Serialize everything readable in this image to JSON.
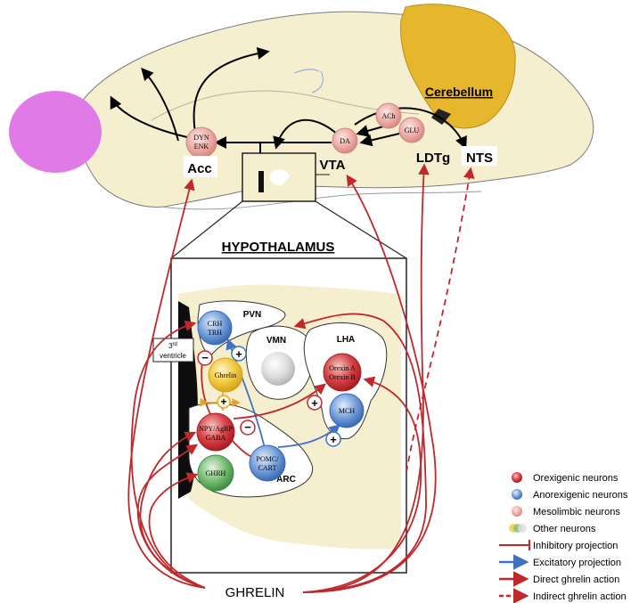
{
  "brain_regions": {
    "cerebellum": "Cerebellum",
    "acc": "Acc",
    "vta": "VTA",
    "ldtg": "LDTg",
    "nts": "NTS"
  },
  "mesolimbic_cells": {
    "dyn_enk_line1": "DYN",
    "dyn_enk_line2": "ENK",
    "da": "DA",
    "ach": "ACh",
    "glu": "GLU"
  },
  "hypothalamus": {
    "title": "HYPOTHALAMUS",
    "third_ventricle_sup": "rd",
    "third_ventricle_num": "3",
    "third_ventricle_word": "ventricle",
    "nuclei": {
      "pvn": "PVN",
      "vmn": "VMN",
      "lha": "LHA",
      "arc": "ARC"
    },
    "neurons": {
      "crh_line1": "CRH",
      "crh_line2": "TRH",
      "ghrelin": "Ghrelin",
      "orexin_line1": "Orexin A",
      "orexin_line2": "Orexin B",
      "mch": "MCH",
      "npy_line1": "NPY/AgRP",
      "npy_line2": "GABA",
      "pomc_line1": "POMC/",
      "pomc_line2": "CART",
      "ghrh": "GHRH"
    },
    "signs": {
      "plus": "+",
      "minus": "−"
    }
  },
  "source_label": "GHRELIN",
  "legend": [
    {
      "label": "Orexigenic neurons",
      "kind": "red-circle"
    },
    {
      "label": "Anorexigenic neurons",
      "kind": "blue-circle"
    },
    {
      "label": "Mesolimbic neurons",
      "kind": "pink-circle"
    },
    {
      "label": "Other neurons",
      "kind": "multicolor-circle"
    },
    {
      "label": "Inhibitory projection",
      "kind": "red-t-bar"
    },
    {
      "label": "Excitatory projection",
      "kind": "blue-arrow"
    },
    {
      "label": "Direct ghrelin action",
      "kind": "red-arrow"
    },
    {
      "label": "Indirect ghrelin action",
      "kind": "red-dashed-arrow"
    }
  ],
  "colors": {
    "brain": "#f6efcf",
    "olfactory": "#e07ae6",
    "cerebellum": "#e6b62c",
    "ghrelin_red": "#c0282c",
    "excitatory_blue": "#3f73c1",
    "orexigenic": "#cc2a2e",
    "anorexigenic": "#4d86cf",
    "mesolimbic": "#e9a4a0",
    "ghrelin_cell": "#efc331",
    "ghrh_cell": "#5aa85b",
    "vmn_cell": "#d2d2d2"
  }
}
